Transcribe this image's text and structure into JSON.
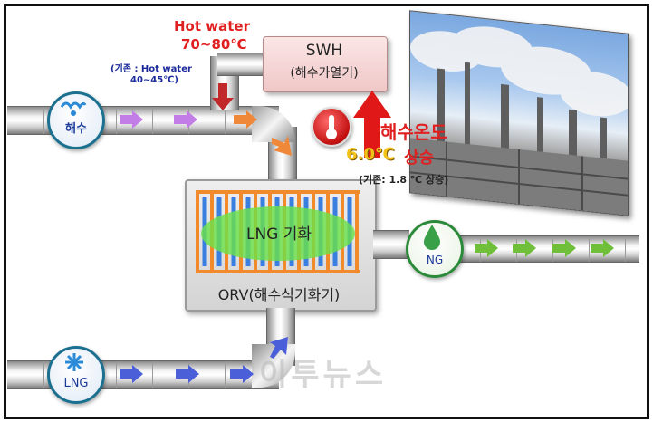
{
  "labels": {
    "hot_water": "Hot water",
    "hot_water_temp": "70~80℃",
    "baseline_hot_water": "(기존 : Hot water",
    "baseline_hot_water_temp": "40~45℃)",
    "swh_title": "SWH",
    "swh_subtitle": "(해수가열기)",
    "seawater_temp_rise_label": "해수온도",
    "seawater_temp_rise_value": "6.0℃",
    "seawater_temp_rise_word": "상승",
    "baseline_rise": "(기존: 1.8 ℃ 상승)",
    "lng_vaporization": "LNG 기화",
    "orv": "ORV(해수식기화기)",
    "seawater": "해수",
    "ng": "NG",
    "lng": "LNG",
    "watermark": "이투뉴스"
  },
  "colors": {
    "seawater_arrow": "#c27ee6",
    "hot_water_arrow": "#f0883a",
    "down_arrow": "#c0282a",
    "rise_arrow": "#e01818",
    "ng_arrow": "#6fbf3a",
    "lng_arrow": "#4a5fd8",
    "title_red": "#e02020",
    "temp_yellow": "#f2c218",
    "blue_label": "#1a2a9a"
  }
}
